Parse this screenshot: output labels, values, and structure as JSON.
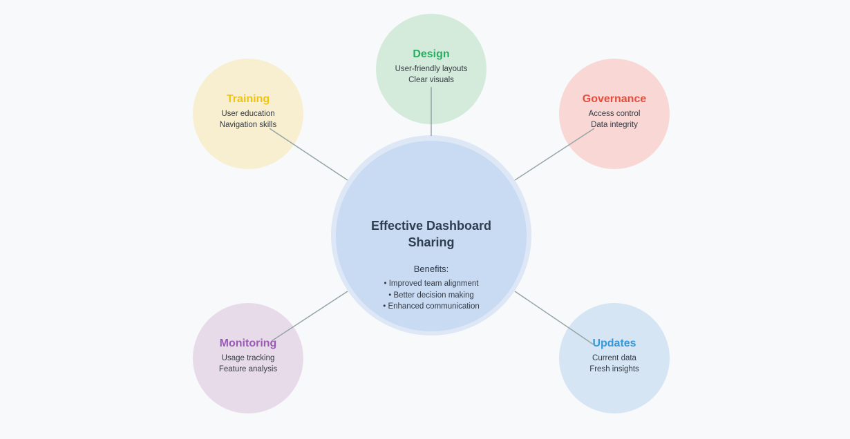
{
  "center": {
    "title": "Effective Dashboard Sharing",
    "benefits_label": "Benefits:",
    "benefits": [
      "• Improved team alignment",
      "• Better decision making",
      "• Enhanced communication"
    ]
  },
  "nodes": [
    {
      "id": "design",
      "title": "Design",
      "lines": [
        "User-friendly layouts",
        "Clear visuals"
      ],
      "color": "#27ae60"
    },
    {
      "id": "training",
      "title": "Training",
      "lines": [
        "User education",
        "Navigation skills"
      ],
      "color": "#f1c40f"
    },
    {
      "id": "governance",
      "title": "Governance",
      "lines": [
        "Access control",
        "Data integrity"
      ],
      "color": "#e74c3c"
    },
    {
      "id": "monitoring",
      "title": "Monitoring",
      "lines": [
        "Usage tracking",
        "Feature analysis"
      ],
      "color": "#9b59b6"
    },
    {
      "id": "updates",
      "title": "Updates",
      "lines": [
        "Current data",
        "Fresh insights"
      ],
      "color": "#3498db"
    }
  ],
  "link_color": "#95a5a6"
}
